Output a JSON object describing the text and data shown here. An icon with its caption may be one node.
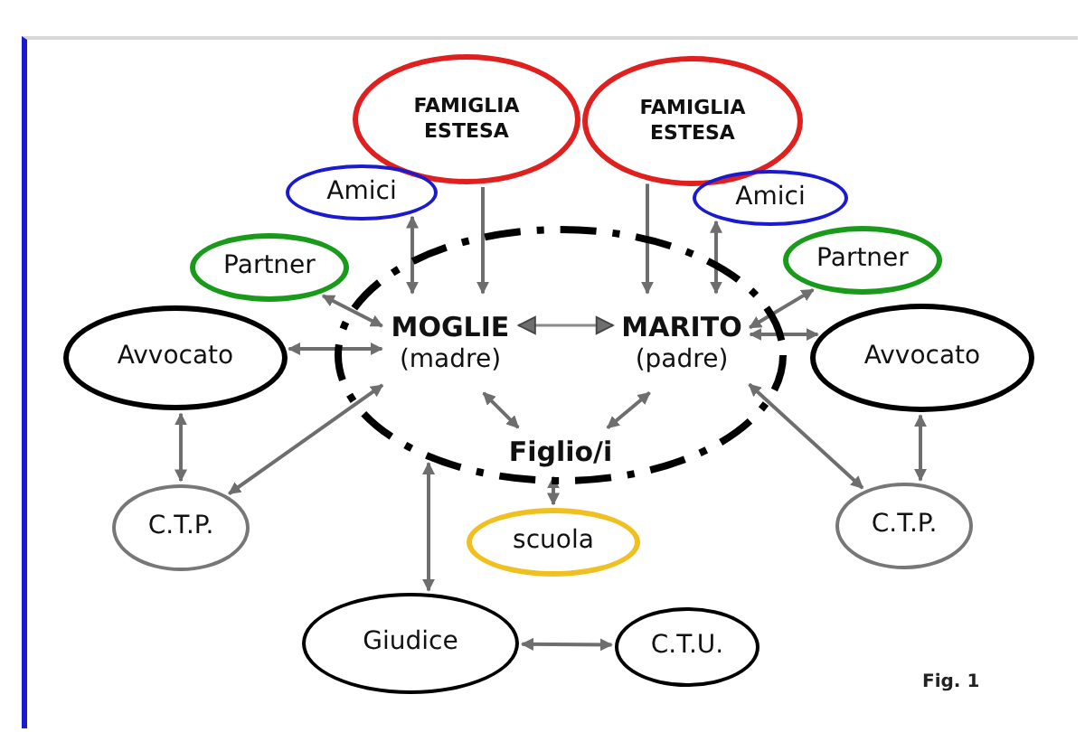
{
  "diagram": {
    "nodes": [
      {
        "text": [],
        "shape": "circle"
      },
      {
        "text": [
          "MOGLIE",
          "(madre)"
        ],
        "in": 0
      },
      {
        "text": [
          "MARITO",
          "(padre)"
        ],
        "in": 0
      },
      {
        "text": [
          "Figlio/i"
        ],
        "in": 0
      },
      {
        "text": [
          "FAMIGLIA ESTESA"
        ]
      },
      {
        "text": [
          "FAMIGLIA ESTESA"
        ]
      },
      {
        "text": [
          "Amici"
        ]
      },
      {
        "text": [
          "Amici"
        ]
      },
      {
        "text": [
          "Partner"
        ]
      },
      {
        "text": [
          "Partner"
        ]
      },
      {
        "text": [
          "Avvocato"
        ]
      },
      {
        "text": [
          "Avvocato"
        ]
      },
      {
        "text": [
          "C.T.P."
        ]
      },
      {
        "text": [
          "C.T.P."
        ]
      },
      {
        "text": [
          "scuola"
        ]
      },
      {
        "text": [
          "Giudice"
        ]
      },
      {
        "text": [
          "C.T.U."
        ]
      }
    ],
    "edges": [
      {
        "from": 4,
        "to": 1,
        "arrow": "to"
      },
      {
        "from": 6,
        "to": 1,
        "arrow": "both"
      },
      {
        "from": 8,
        "to": 1,
        "arrow": "both"
      },
      {
        "from": 10,
        "to": 1,
        "arrow": "both"
      },
      {
        "from": 10,
        "to": 12,
        "arrow": "both"
      },
      {
        "from": 12,
        "to": 1,
        "arrow": "both"
      },
      {
        "from": 1,
        "to": 3,
        "arrow": "both"
      },
      {
        "from": 2,
        "to": 3,
        "arrow": "both"
      },
      {
        "from": 1,
        "to": 2,
        "arrow": "both"
      },
      {
        "from": 5,
        "to": 2,
        "arrow": "to"
      },
      {
        "from": 7,
        "to": 2,
        "arrow": "both"
      },
      {
        "from": 9,
        "to": 2,
        "arrow": "both"
      },
      {
        "from": 2,
        "to": 11,
        "arrow": "both"
      },
      {
        "from": 11,
        "to": 13,
        "arrow": "both"
      },
      {
        "from": 13,
        "to": 2,
        "arrow": "both"
      },
      {
        "from": 3,
        "to": 14,
        "arrow": "both"
      },
      {
        "from": 15,
        "to": 0,
        "arrow": "both"
      },
      {
        "from": 15,
        "to": 16,
        "arrow": "both"
      }
    ],
    "labels": [
      "Fig. 1"
    ]
  }
}
